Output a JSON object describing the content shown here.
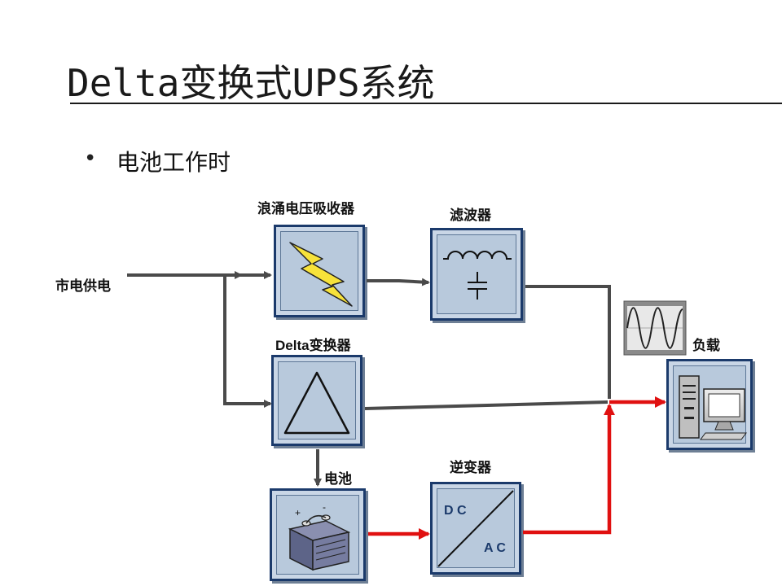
{
  "slide": {
    "title": "Delta变换式UPS系统",
    "bullet": "电池工作时"
  },
  "labels": {
    "mains": "市电供电",
    "surge": "浪涌电压吸收器",
    "filter": "滤波器",
    "delta": "Delta变换器",
    "battery": "电池",
    "inverter": "逆变器",
    "load": "负载",
    "dc": "D C",
    "ac": "A C",
    "plus": "+",
    "minus": "-"
  },
  "colors": {
    "line_gray": "#4a4a4a",
    "line_red": "#e01010",
    "box_border": "#1b3a6b",
    "box_fill": "#c9d6e6"
  }
}
